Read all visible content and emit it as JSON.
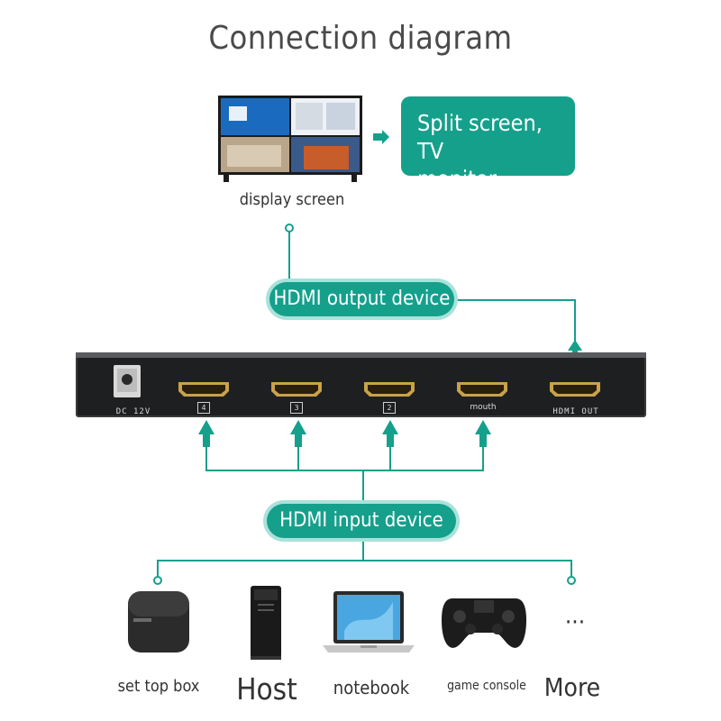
{
  "title": "Connection diagram",
  "display": {
    "label": "display screen",
    "destination_lines": [
      "Split screen, TV",
      "monitor, ···"
    ]
  },
  "output_device": "HDMI output device",
  "input_device": "HDMI input device",
  "switch": {
    "power_label": "DC 12V",
    "ports": [
      {
        "label": "4"
      },
      {
        "label": "3"
      },
      {
        "label": "2"
      },
      {
        "label": "mouth"
      },
      {
        "label": "HDMI OUT"
      }
    ]
  },
  "inputs": [
    {
      "label": "set top box",
      "icon": "set-top-box-icon"
    },
    {
      "label": "Host",
      "icon": "pc-tower-icon"
    },
    {
      "label": "notebook",
      "icon": "laptop-icon"
    },
    {
      "label": "game console",
      "icon": "gamepad-icon"
    },
    {
      "label": "More",
      "icon": "ellipsis-icon",
      "glyph": "···"
    }
  ],
  "colors": {
    "accent": "#15a08c",
    "accent_light": "#a9e2da",
    "device": "#1e1f21",
    "port_gold": "#c9a24a"
  }
}
